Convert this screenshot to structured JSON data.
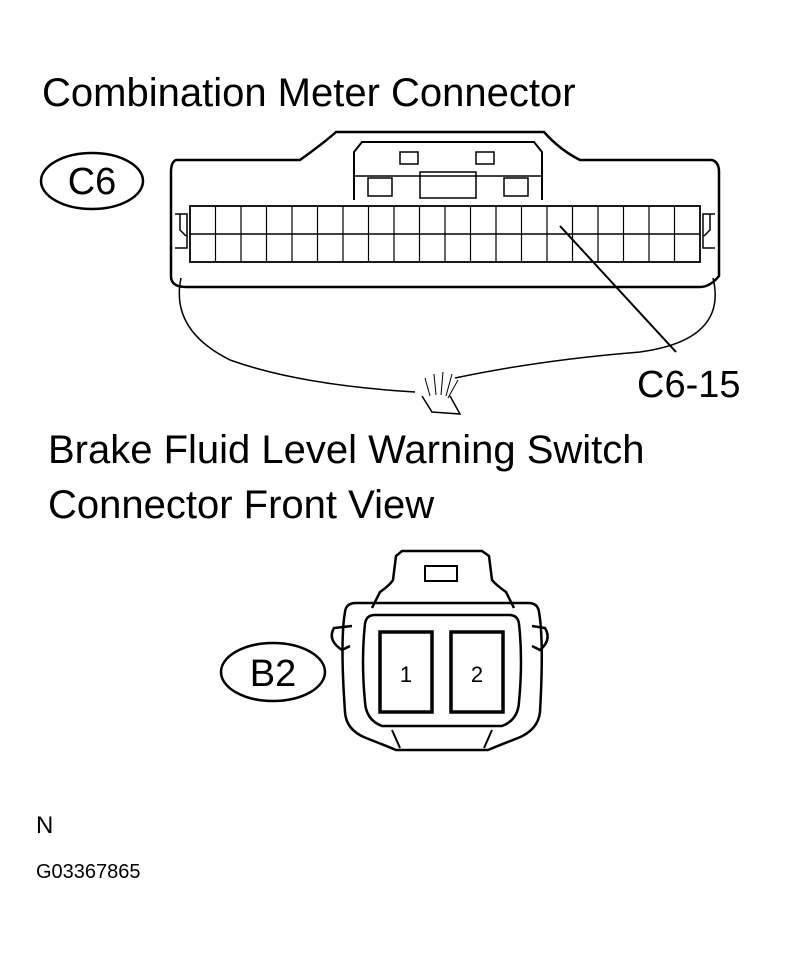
{
  "combination_meter": {
    "title": "Combination Meter Connector",
    "connector_tag": "C6",
    "pin_callout": "C6-15"
  },
  "brake_switch": {
    "title_line1": "Brake Fluid Level Warning Switch",
    "title_line2": "Connector Front View",
    "connector_tag": "B2",
    "pins": [
      "1",
      "2"
    ]
  },
  "footer": {
    "note": "N",
    "figure_code": "G03367865"
  },
  "colors": {
    "ink": "#000000",
    "background": "#ffffff"
  }
}
